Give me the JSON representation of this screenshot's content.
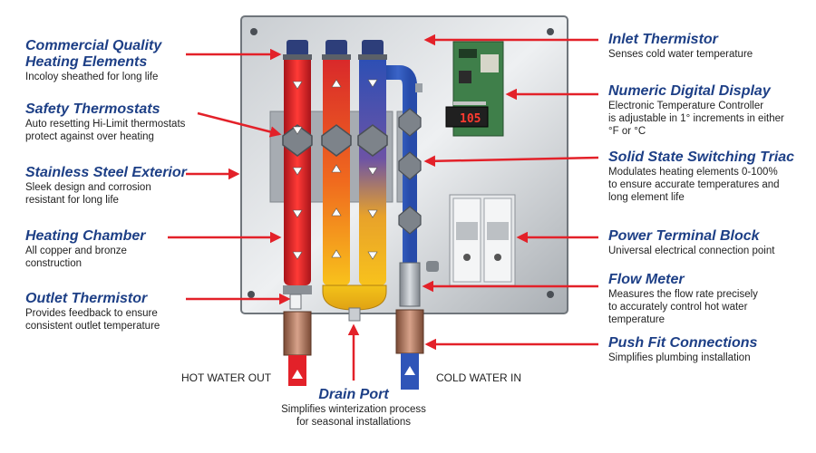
{
  "callouts_left": [
    {
      "title": "Commercial Quality Heating Elements",
      "title_lines": [
        "Commercial Quality",
        "Heating Elements"
      ],
      "desc": [
        "Incoloy sheathed for long life"
      ]
    },
    {
      "title": "Safety Thermostats",
      "title_lines": [
        "Safety Thermostats"
      ],
      "desc": [
        "Auto resetting Hi-Limit thermostats",
        "protect against over heating"
      ]
    },
    {
      "title": "Stainless Steel Exterior",
      "title_lines": [
        "Stainless Steel Exterior"
      ],
      "desc": [
        "Sleek design and corrosion",
        "resistant for long life"
      ]
    },
    {
      "title": "Heating Chamber",
      "title_lines": [
        "Heating Chamber"
      ],
      "desc": [
        "All copper and bronze",
        "construction"
      ]
    },
    {
      "title": "Outlet Thermistor",
      "title_lines": [
        "Outlet Thermistor"
      ],
      "desc": [
        "Provides feedback to ensure",
        "consistent outlet temperature"
      ]
    }
  ],
  "callouts_right": [
    {
      "title": "Inlet Thermistor",
      "desc": [
        "Senses cold water temperature"
      ]
    },
    {
      "title": "Numeric Digital Display",
      "desc": [
        "Electronic Temperature Controller",
        "is adjustable in 1° increments in either",
        "°F or °C"
      ]
    },
    {
      "title": "Solid State Switching Triac",
      "desc": [
        "Modulates heating elements 0-100%",
        "to ensure accurate temperatures and",
        "long element life"
      ]
    },
    {
      "title": "Power Terminal Block",
      "desc": [
        "Universal electrical connection point"
      ]
    },
    {
      "title": "Flow Meter",
      "desc": [
        "Measures the flow rate precisely",
        "to accurately control hot water",
        "temperature"
      ]
    },
    {
      "title": "Push Fit Connections",
      "desc": [
        "Simplifies plumbing installation"
      ]
    }
  ],
  "drain_port": {
    "title": "Drain Port",
    "desc": [
      "Simplifies winterization process",
      "for seasonal installations"
    ]
  },
  "flow_labels": {
    "hot": "HOT WATER OUT",
    "cold": "COLD WATER IN"
  },
  "display_value": "105",
  "colors": {
    "title": "#1d3f86",
    "arrow": "#e32129",
    "hot": "#e32129",
    "cold": "#2f55b8",
    "panel": "#b9bdc2"
  }
}
